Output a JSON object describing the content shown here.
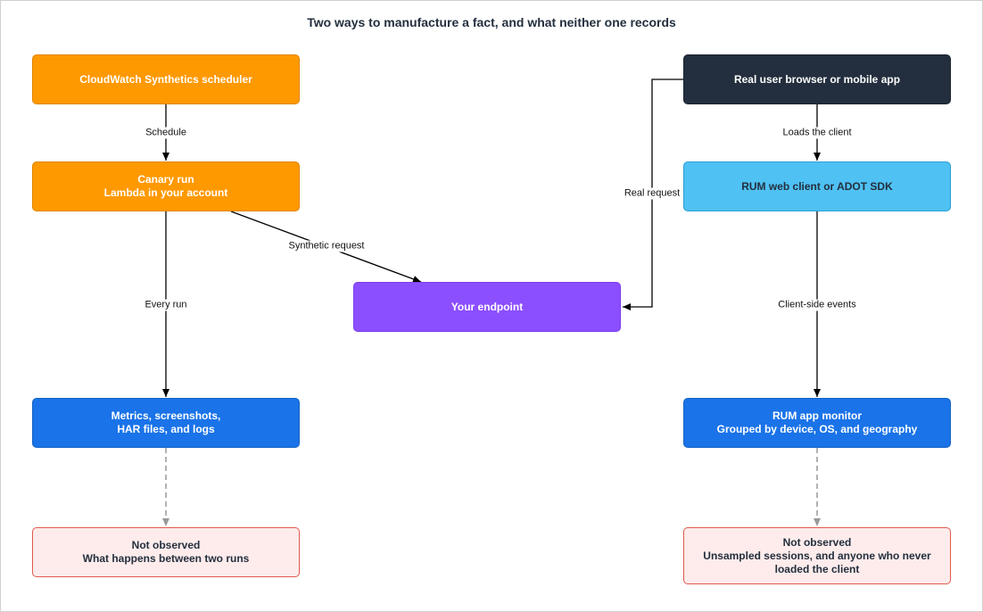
{
  "title": "Two ways to manufacture a fact, and what neither one records",
  "nodes": {
    "scheduler": {
      "lines": [
        "CloudWatch Synthetics scheduler"
      ]
    },
    "canary": {
      "lines": [
        "Canary run",
        "Lambda in your account"
      ]
    },
    "artifacts": {
      "lines": [
        "Metrics, screenshots,",
        "HAR files, and logs"
      ]
    },
    "gap_synth": {
      "lines": [
        "Not observed",
        "What happens between two runs"
      ]
    },
    "endpoint": {
      "lines": [
        "Your endpoint"
      ]
    },
    "user": {
      "lines": [
        "Real user browser or mobile app"
      ]
    },
    "rum_client": {
      "lines": [
        "RUM web client or ADOT SDK"
      ]
    },
    "rum_monitor": {
      "lines": [
        "RUM app monitor",
        "Grouped by device, OS, and geography"
      ]
    },
    "gap_rum": {
      "lines": [
        "Not observed",
        "Unsampled sessions, and anyone who never",
        "loaded the client"
      ]
    }
  },
  "edges": {
    "schedule": "Schedule",
    "synthetic_request": "Synthetic request",
    "every_run": "Every run",
    "loads_client": "Loads the client",
    "real_request": "Real request",
    "client_events": "Client-side events"
  },
  "colors": {
    "orange": "#ff9900",
    "dark": "#232f3e",
    "light_blue": "#4fc1f3",
    "purple": "#8c4fff",
    "blue": "#1a73e8",
    "pink_fill": "#fdeceb",
    "pink_border": "#e05a4e",
    "dashed": "#999999"
  }
}
